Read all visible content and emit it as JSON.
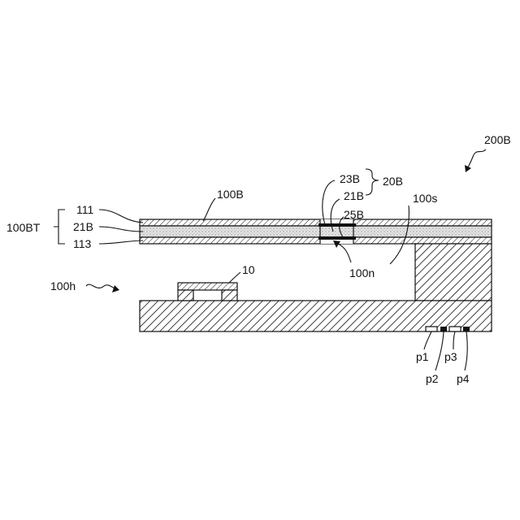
{
  "figure": {
    "labels": {
      "assembly": "200B",
      "group_bracket": "100BT",
      "layer_top": "111",
      "layer_mid": "21B",
      "layer_bottom": "113",
      "laminate": "100B",
      "conductor_top": "23B",
      "conductor_mid": "21B",
      "conductor_group": "20B",
      "conductor_bottom": "25B",
      "surface": "100s",
      "opening": "100n",
      "hollow": "100h",
      "chip": "10",
      "pad_1": "p1",
      "pad_2": "p2",
      "pad_3": "p3",
      "pad_4": "p4"
    },
    "colors": {
      "ink": "#111111",
      "paper": "#ffffff",
      "dot_fill": "#d8d8d8"
    }
  }
}
